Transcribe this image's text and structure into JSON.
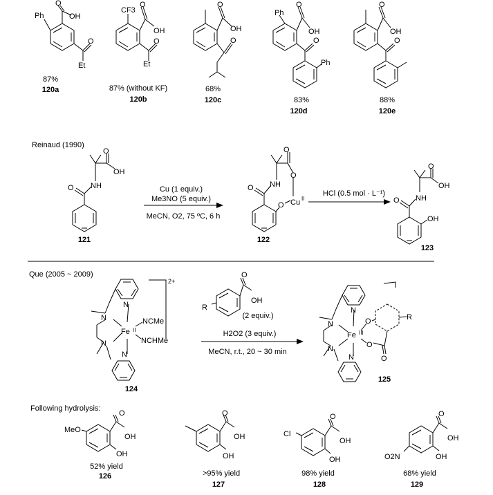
{
  "panel_top": {
    "compounds": [
      {
        "label": "120a",
        "yield": "87%",
        "R_ortho": "Ph",
        "ketone_sub": "Et"
      },
      {
        "label": "120b",
        "yield": "87% (without KF)",
        "R_ortho": "CF3",
        "ketone_sub": "Et"
      },
      {
        "label": "120c",
        "yield": "68%",
        "R_ortho": "",
        "ketone_sub": ""
      },
      {
        "label": "120d",
        "yield": "83%",
        "R_ortho": "Ph",
        "ketone_sub": "Ph"
      },
      {
        "label": "120e",
        "yield": "88%",
        "R_ortho": "",
        "ketone_sub": ""
      }
    ]
  },
  "reinaud": {
    "heading": "Reinaud (1990)",
    "reagent_1": "Cu (1 equiv.)",
    "reagent_2": "Me3NO (5 equiv.)",
    "conditions": "MeCN, O2, 75 ºC, 6 h",
    "acid_step": "HCl (0.5 mol · L⁻¹)",
    "labels": {
      "start": "121",
      "intermediate": "122",
      "product": "123"
    },
    "copper": "Cu",
    "copper_ox": "II"
  },
  "que": {
    "heading": "Que (2005 ~ 2009)",
    "charge": "2+",
    "ligand_1": "NCMe",
    "ligand_2": "NCHMe",
    "iron": "Fe",
    "iron_ox": "II",
    "iron_ox_product": "III",
    "reagent_1": "(2 equiv.)",
    "reagent_2": "H2O2 (3 equiv.)",
    "conditions": "MeCN, r.t., 20 ~ 30 min",
    "labels": {
      "complex": "124",
      "product": "125"
    }
  },
  "hydrolysis": {
    "heading": "Following hydrolysis:",
    "products": [
      {
        "label": "126",
        "yield": "52% yield",
        "substituent": "MeO"
      },
      {
        "label": "127",
        "yield": ">95% yield",
        "substituent": ""
      },
      {
        "label": "128",
        "yield": "98% yield",
        "substituent": "Cl"
      },
      {
        "label": "129",
        "yield": "68% yield",
        "substituent": "O2N"
      }
    ]
  },
  "atoms": {
    "O": "O",
    "OH": "OH",
    "NH": "NH",
    "N": "N",
    "R": "R"
  }
}
